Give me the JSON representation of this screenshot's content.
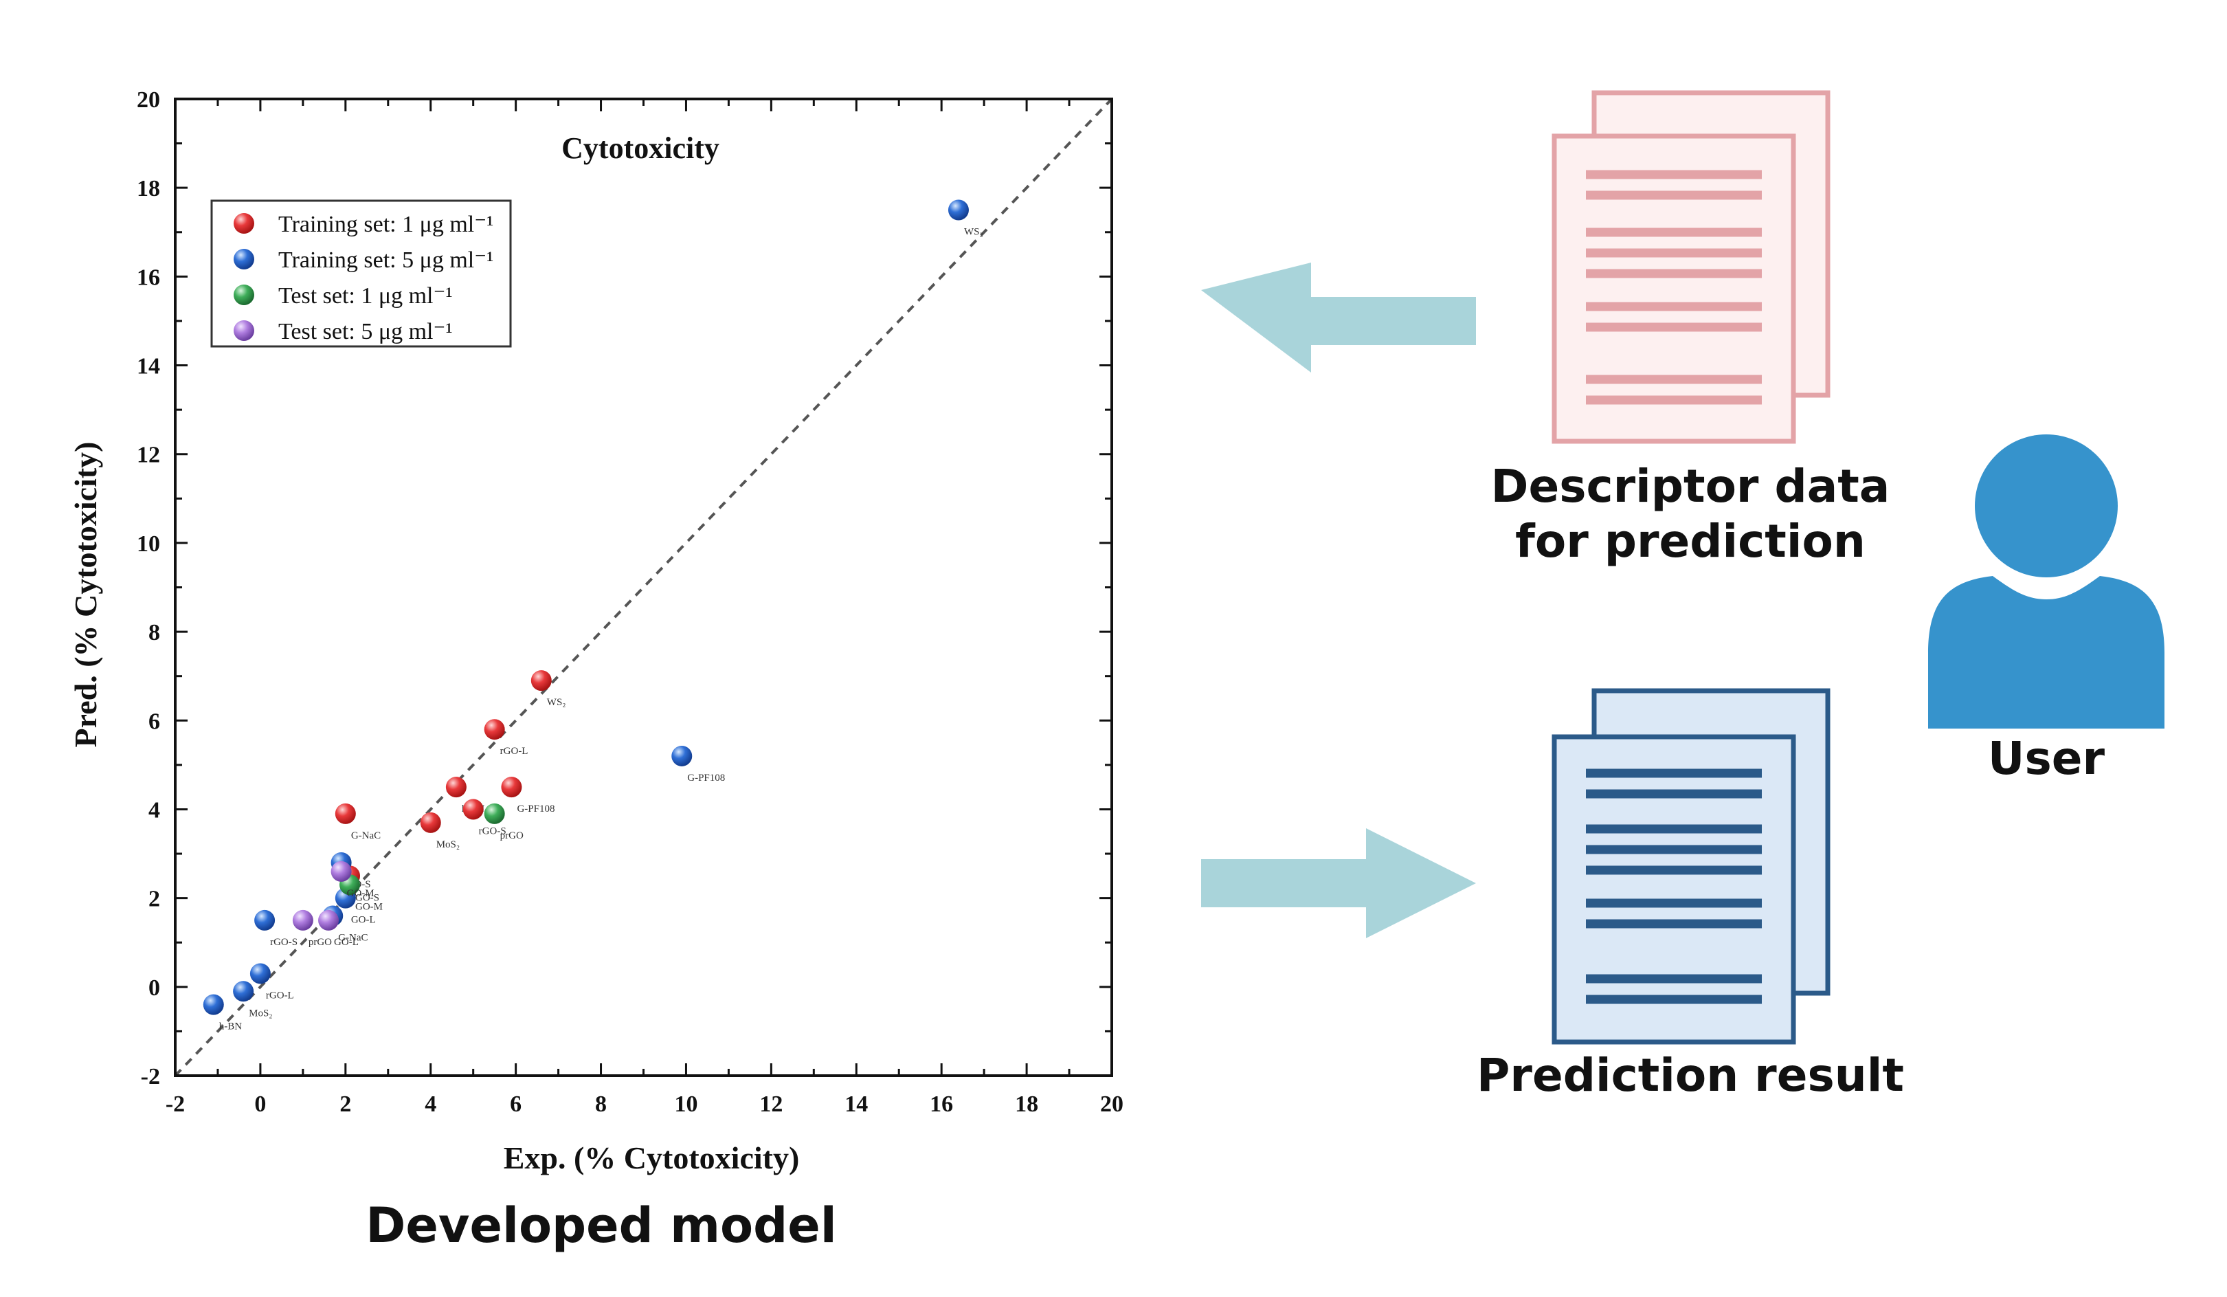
{
  "chart_data": {
    "type": "scatter",
    "title": "Cytotoxicity",
    "xlabel": "Exp. (% Cytotoxicity)",
    "ylabel": "Pred. (% Cytotoxicity)",
    "xlim": [
      -2,
      20
    ],
    "ylim": [
      -2,
      20
    ],
    "xticks": [
      "-2",
      "0",
      "2",
      "4",
      "6",
      "8",
      "10",
      "12",
      "14",
      "16",
      "18",
      "20"
    ],
    "yticks": [
      "-2",
      "0",
      "2",
      "4",
      "6",
      "8",
      "10",
      "12",
      "14",
      "16",
      "18",
      "20"
    ],
    "reference_line": "y = x (dashed)",
    "legend_position": "top-left",
    "series": [
      {
        "name": "Training set: 1 μg ml⁻¹",
        "color": "#e8393b",
        "points": [
          {
            "x": 6.6,
            "y": 6.9,
            "label": "WS₂"
          },
          {
            "x": 5.5,
            "y": 5.8,
            "label": "rGO-L"
          },
          {
            "x": 4.6,
            "y": 4.5,
            "label": "h-BN"
          },
          {
            "x": 5.9,
            "y": 4.5,
            "label": "G-PF108"
          },
          {
            "x": 2.0,
            "y": 3.9,
            "label": "G-NaC"
          },
          {
            "x": 4.0,
            "y": 3.7,
            "label": "MoS₂"
          },
          {
            "x": 5.0,
            "y": 4.0,
            "label": "rGO-S"
          },
          {
            "x": 2.1,
            "y": 2.5,
            "label": "GO-S"
          }
        ]
      },
      {
        "name": "Training set: 5 μg ml⁻¹",
        "color": "#2f6fd6",
        "points": [
          {
            "x": 16.4,
            "y": 17.5,
            "label": "WS₂"
          },
          {
            "x": 9.9,
            "y": 5.2,
            "label": "G-PF108"
          },
          {
            "x": 1.9,
            "y": 2.8,
            "label": "GO-S"
          },
          {
            "x": 2.0,
            "y": 2.0,
            "label": "GO-L"
          },
          {
            "x": 1.7,
            "y": 1.6,
            "label": "G-NaC"
          },
          {
            "x": 0.1,
            "y": 1.5,
            "label": "rGO-S"
          },
          {
            "x": 0.0,
            "y": 0.3,
            "label": "rGO-L"
          },
          {
            "x": -0.4,
            "y": -0.1,
            "label": "MoS₂"
          },
          {
            "x": -1.1,
            "y": -0.4,
            "label": "h-BN"
          }
        ]
      },
      {
        "name": "Test set: 1 μg ml⁻¹",
        "color": "#3fae5a",
        "points": [
          {
            "x": 5.5,
            "y": 3.9,
            "label": "prGO"
          },
          {
            "x": 2.1,
            "y": 2.3,
            "label": "GO-M"
          }
        ]
      },
      {
        "name": "Test set: 5 μg ml⁻¹",
        "color": "#b07ee0",
        "points": [
          {
            "x": 1.9,
            "y": 2.6,
            "label": "GO-M"
          },
          {
            "x": 1.0,
            "y": 1.5,
            "label": "prGO"
          },
          {
            "x": 1.6,
            "y": 1.5,
            "label": "GO-L"
          }
        ]
      }
    ]
  },
  "captions": {
    "model": "Developed model",
    "descriptor": [
      "Descriptor data",
      "for prediction"
    ],
    "result": "Prediction result",
    "user": "User"
  },
  "colors": {
    "arrow": "#a9d4da",
    "descriptor_doc_border": "#e3a3a7",
    "descriptor_doc_fill": "#fdf0f0",
    "descriptor_doc_lines": "#e3a3a7",
    "result_doc_border": "#2b5a89",
    "result_doc_fill": "#dbe8f6",
    "result_doc_lines": "#2b5a89",
    "user_icon": "#3693cc"
  }
}
